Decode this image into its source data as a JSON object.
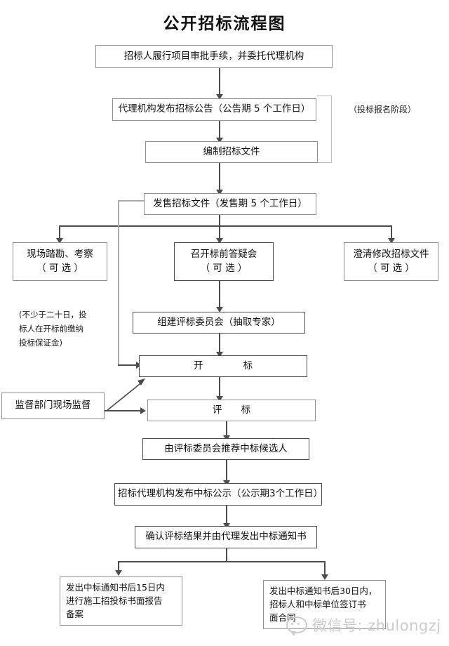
{
  "page": {
    "title": "公开招标流程图",
    "colors": {
      "line": "#4a4c4e",
      "box_border": "#8d8f91",
      "background": "#ffffff",
      "watermark": "#c9ccce"
    }
  },
  "nodes": {
    "n1": {
      "label": "招标人履行项目审批手续，并委托代理机构"
    },
    "n2": {
      "label": "代理机构发布招标公告（公告期 5 个工作日）"
    },
    "n3": {
      "label": "编制招标文件"
    },
    "n4": {
      "label": "发售招标文件（发售期 5 个工作日）"
    },
    "n5": {
      "label": "现场踏勘、考察\n（ 可 选 ）"
    },
    "n6": {
      "label": "召开标前答疑会\n（ 可 选 ）"
    },
    "n7": {
      "label": "澄清修改招标文件\n（ 可 选 ）"
    },
    "n8": {
      "label": "组建评标委员会（抽取专家）"
    },
    "n9": {
      "label": "开　　标"
    },
    "n10": {
      "label": "评　　标"
    },
    "n11": {
      "label": "监督部门现场监督"
    },
    "n12": {
      "label": "由评标委员会推荐中标候选人"
    },
    "n13": {
      "label": "招标代理机构发布中标公示（公示期3个工作日）"
    },
    "n14": {
      "label": "确认评标结果并由代理发出中标通知书"
    },
    "n15": {
      "label": "发出中标通知书后15日内\n进行施工招投标书面报告\n备案"
    },
    "n16": {
      "label": "发出中标通知书后30日内，\n招标人和中标单位签订书\n面合同"
    }
  },
  "annotations": {
    "stage_label": "（投标报名阶段）",
    "deposit_note": "(不少于二十日，投\n标人在开标前缴纳\n投标保证金)"
  },
  "watermark": {
    "icon": "wechat-bubble-icon",
    "text": "微信号: zhulongzj"
  },
  "chart_data": {
    "type": "diagram",
    "diagram_kind": "flowchart",
    "title": "公开招标流程图",
    "orientation": "top-to-bottom",
    "nodes": [
      {
        "id": "n1",
        "text": "招标人履行项目审批手续，并委托代理机构"
      },
      {
        "id": "n2",
        "text": "代理机构发布招标公告（公告期 5 个工作日）"
      },
      {
        "id": "n3",
        "text": "编制招标文件"
      },
      {
        "id": "n4",
        "text": "发售招标文件（发售期 5 个工作日）"
      },
      {
        "id": "n5",
        "text": "现场踏勘、考察（ 可 选 ）"
      },
      {
        "id": "n6",
        "text": "召开标前答疑会（ 可 选 ）"
      },
      {
        "id": "n7",
        "text": "澄清修改招标文件（ 可 选 ）"
      },
      {
        "id": "n8",
        "text": "组建评标委员会（抽取专家）"
      },
      {
        "id": "n9",
        "text": "开标"
      },
      {
        "id": "n10",
        "text": "评标"
      },
      {
        "id": "n11",
        "text": "监督部门现场监督"
      },
      {
        "id": "n12",
        "text": "由评标委员会推荐中标候选人"
      },
      {
        "id": "n13",
        "text": "招标代理机构发布中标公示（公示期3个工作日）"
      },
      {
        "id": "n14",
        "text": "确认评标结果并由代理发出中标通知书"
      },
      {
        "id": "n15",
        "text": "发出中标通知书后15日内进行施工招投标书面报告备案"
      },
      {
        "id": "n16",
        "text": "发出中标通知书后30日内，招标人和中标单位签订书面合同"
      }
    ],
    "edges": [
      {
        "from": "n1",
        "to": "n2"
      },
      {
        "from": "n2",
        "to": "n3"
      },
      {
        "from": "n3",
        "to": "n4"
      },
      {
        "from": "n4",
        "to": "n5"
      },
      {
        "from": "n4",
        "to": "n6"
      },
      {
        "from": "n4",
        "to": "n7"
      },
      {
        "from": "n4",
        "to": "n9"
      },
      {
        "from": "n6",
        "to": "n8"
      },
      {
        "from": "n8",
        "to": "n9"
      },
      {
        "from": "n9",
        "to": "n10"
      },
      {
        "from": "n11",
        "to": "n9"
      },
      {
        "from": "n11",
        "to": "n10"
      },
      {
        "from": "n10",
        "to": "n12"
      },
      {
        "from": "n12",
        "to": "n13"
      },
      {
        "from": "n13",
        "to": "n14"
      },
      {
        "from": "n14",
        "to": "n15"
      },
      {
        "from": "n14",
        "to": "n16"
      }
    ],
    "annotations": [
      {
        "text": "（投标报名阶段）",
        "attached_to": [
          "n2",
          "n3"
        ]
      },
      {
        "text": "(不少于二十日，投标人在开标前缴纳投标保证金)",
        "attached_to": [
          "n4",
          "n9"
        ]
      }
    ]
  }
}
